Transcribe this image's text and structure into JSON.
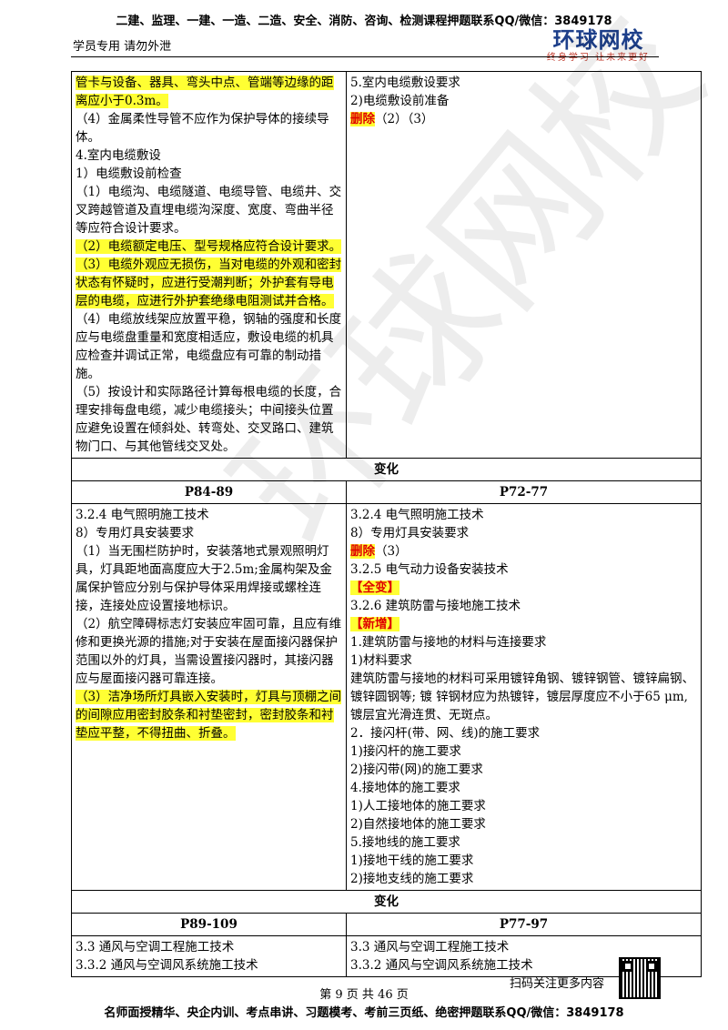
{
  "header": {
    "banner": "二建、监理、一建、一造、二造、安全、消防、咨询、检测课程押题联系QQ/微信：3849178",
    "left": "学员专用 请勿外泄",
    "logo_name": "环球网校",
    "logo_slogan": "终身学习 让未来更好"
  },
  "watermark": "环球网校",
  "block1": {
    "left_lines": [
      {
        "text": "管卡与设备、器具、弯头中点、管端等边缘的距离应小于0.3m。",
        "hl": true
      },
      {
        "text": "（4）金属柔性导管不应作为保护导体的接续导体。",
        "hl": false
      },
      {
        "text": "4.室内电缆敷设",
        "hl": false
      },
      {
        "text": "1）电缆敷设前检查",
        "hl": false
      },
      {
        "text": "（1）电缆沟、电缆隧道、电缆导管、电缆井、交叉跨越管道及直埋电缆沟深度、宽度、弯曲半径等应符合设计要求。",
        "hl": false
      },
      {
        "text": "（2）电缆额定电压、型号规格应符合设计要求。",
        "hl": true
      },
      {
        "text": "（3）电缆外观应无损伤，当对电缆的外观和密封状态有怀疑时，应进行受潮判断；外护套有导电层的电缆，应进行外护套绝缘电阻测试并合格。",
        "hl": true
      },
      {
        "text": "（4）电缆放线架应放置平稳，钢轴的强度和长度应与电缆盘重量和宽度相适应，敷设电缆的机具应检查并调试正常，电缆盘应有可靠的制动措施。",
        "hl": false
      },
      {
        "text": "（5）按设计和实际路径计算每根电缆的长度，合理安排每盘电缆，减少电缆接头；中间接头位置应避免设置在倾斜处、转弯处、交叉路口、建筑物门口、与其他管线交叉处。",
        "hl": false
      }
    ],
    "right_lines": [
      {
        "text": "5.室内电缆敷设要求",
        "tag": ""
      },
      {
        "text": "2)电缆敷设前准备",
        "tag": ""
      },
      {
        "text": "（2）（3）",
        "tag": "删除"
      }
    ]
  },
  "section2": {
    "title": "变化",
    "left_page": "P84-89",
    "right_page": "P72-77",
    "left_lines": [
      {
        "text": "3.2.4 电气照明施工技术",
        "hl": false
      },
      {
        "text": "8）专用灯具安装要求",
        "hl": false
      },
      {
        "text": "（1）当无围栏防护时，安装落地式景观照明灯具，灯具距地面高度应大于2.5m;金属构架及金属保护管应分别与保护导体采用焊接或螺栓连接，连接处应设置接地标识。",
        "hl": false
      },
      {
        "text": "（2）航空障碍标志灯安装应牢固可靠，且应有维修和更换光源的措施;对于安装在屋面接闪器保护范围以外的灯具，当需设置接闪器时，其接闪器应与屋面接闪器可靠连接。",
        "hl": false
      },
      {
        "text": "（3）洁净场所灯具嵌入安装时，灯具与顶棚之间的间隙应用密封胶条和衬垫密封，密封胶条和衬垫应平整，不得扭曲、折叠。",
        "hl": true
      }
    ],
    "right_lines": [
      {
        "text": "3.2.4 电气照明施工技术",
        "tag": ""
      },
      {
        "text": "8）专用灯具安装要求",
        "tag": ""
      },
      {
        "text": "（3）",
        "tag": "删除"
      },
      {
        "text": "3.2.5  电气动力设备安装技术",
        "tag": ""
      },
      {
        "text": "",
        "tag": "【全变】"
      },
      {
        "text": "3.2.6  建筑防雷与接地施工技术",
        "tag": ""
      },
      {
        "text": "",
        "tag": "【新增】"
      },
      {
        "text": "1.建筑防雷与接地的材料与连接要求",
        "tag": ""
      },
      {
        "text": "1)材料要求",
        "tag": ""
      },
      {
        "text": "建筑防雷与接地的材料可采用镀锌角钢、镀锌钢管、镀锌扁钢、镀锌圆钢等; 镀 锌钢材应为热镀锌，镀层厚度应不小于65 μm, 镀层宜光滑连贯、无斑点。",
        "tag": ""
      },
      {
        "text": "2．接闪杆(带、网、线)的施工要求",
        "tag": ""
      },
      {
        "text": "1)接闪杆的施工要求",
        "tag": ""
      },
      {
        "text": "2)接闪带(网)的施工要求",
        "tag": ""
      },
      {
        "text": "4.接地体的施工要求",
        "tag": ""
      },
      {
        "text": "1)人工接地体的施工要求",
        "tag": ""
      },
      {
        "text": "2)自然接地体的施工要求",
        "tag": ""
      },
      {
        "text": "5.接地线的施工要求",
        "tag": ""
      },
      {
        "text": "1)接地干线的施工要求",
        "tag": ""
      },
      {
        "text": "2)接地支线的施工要求",
        "tag": ""
      }
    ]
  },
  "section3": {
    "title": "变化",
    "left_page": "P89-109",
    "right_page": "P77-97",
    "left_lines": [
      {
        "text": "3.3 通风与空调工程施工技术",
        "hl": false
      },
      {
        "text": "3.3.2 通风与空调风系统施工技术",
        "hl": false
      }
    ],
    "right_lines": [
      {
        "text": "3.3 通风与空调工程施工技术",
        "tag": ""
      },
      {
        "text": "3.3.2 通风与空调风系统施工技术",
        "tag": ""
      }
    ]
  },
  "footer": {
    "scan_text": "扫码关注更多内容",
    "page_number": "第 9 页 共 46 页",
    "banner": "名师面授精华、央企内训、考点串讲、习题模考、考前三页纸、绝密押题联系QQ/微信：3849178"
  }
}
